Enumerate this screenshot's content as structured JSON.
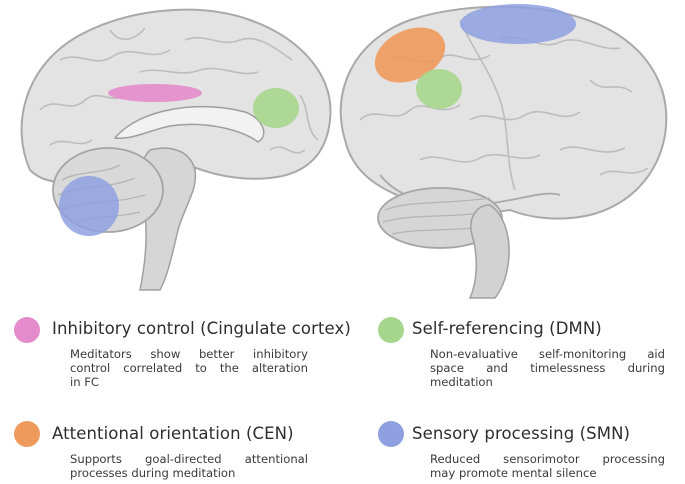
{
  "colors": {
    "pink": "#E48CCB",
    "green": "#A6D68C",
    "orange": "#EE9A5C",
    "blue": "#8EA0E0",
    "brain_fill": "#E3E3E3",
    "brain_stroke": "#A9A9A9"
  },
  "legend": [
    {
      "color_key": "pink",
      "title": "Inhibitory control (Cingulate cortex)",
      "desc": [
        "Meditators show better inhibitory",
        "control correlated to the alteration",
        "in FC"
      ]
    },
    {
      "color_key": "green",
      "title": "Self-referencing (DMN)",
      "desc": [
        "Non-evaluative self-monitoring aid",
        "space and timelessness during",
        "meditation"
      ]
    },
    {
      "color_key": "orange",
      "title": "Attentional orientation (CEN)",
      "desc": [
        "Supports goal-directed attentional",
        "processes during meditation"
      ]
    },
    {
      "color_key": "blue",
      "title": "Sensory processing (SMN)",
      "desc": [
        "Reduced sensorimotor processing",
        "may promote mental silence"
      ]
    }
  ]
}
